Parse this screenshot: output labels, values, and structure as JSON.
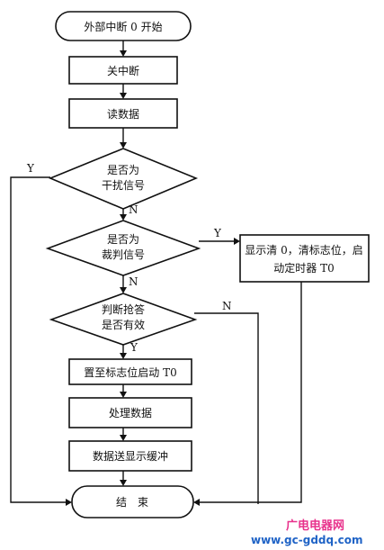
{
  "nodes": {
    "start": "外部中断 0 开始",
    "disable_int": "关中断",
    "read_data": "读数据",
    "decision_interference_l1": "是否为",
    "decision_interference_l2": "干扰信号",
    "decision_judge_l1": "是否为",
    "decision_judge_l2": "裁判信号",
    "side_action_l1": "显示清 0，清标志位，启",
    "side_action_l2": "动定时器 T0",
    "decision_valid_l1": "判断抢答",
    "decision_valid_l2": "是否有效",
    "set_flag": "置至标志位启动 T0",
    "process_data": "处理数据",
    "send_display": "数据送显示缓冲",
    "end": "结　束"
  },
  "branch_labels": {
    "interference_yes": "Y",
    "interference_no": "N",
    "judge_yes": "Y",
    "judge_no": "N",
    "valid_no": "N",
    "valid_yes": "Y"
  },
  "watermark": {
    "site_name": "广电电器网",
    "url": "www.gc-gddq.com",
    "color_site": "#e8328c",
    "color_url": "#1f63c6"
  }
}
